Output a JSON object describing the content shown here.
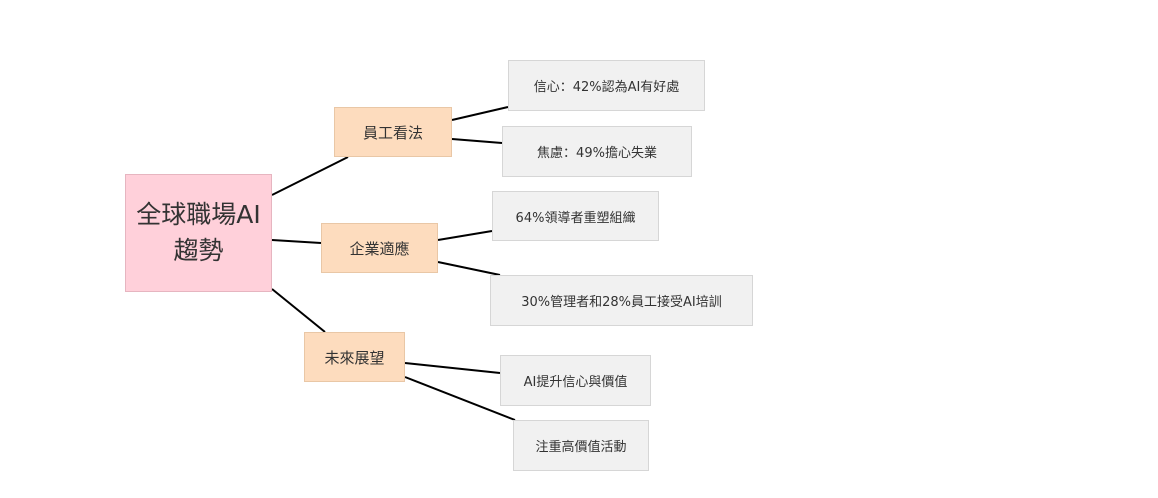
{
  "mindmap": {
    "root": {
      "label": "全球職場AI趨勢",
      "fill": "#ffd0da"
    },
    "branches": [
      {
        "label": "員工看法",
        "fill": "#fddcbe",
        "leaves": [
          "信心：42%認為AI有好處",
          "焦慮：49%擔心失業"
        ]
      },
      {
        "label": "企業適應",
        "fill": "#fddcbe",
        "leaves": [
          "64%領導者重塑組織",
          "30%管理者和28%員工接受AI培訓"
        ]
      },
      {
        "label": "未來展望",
        "fill": "#fddcbe",
        "leaves": [
          "AI提升信心與價值",
          "注重高價值活動"
        ]
      }
    ],
    "leaf_fill": "#f1f1f1",
    "line_color": "#000000"
  }
}
